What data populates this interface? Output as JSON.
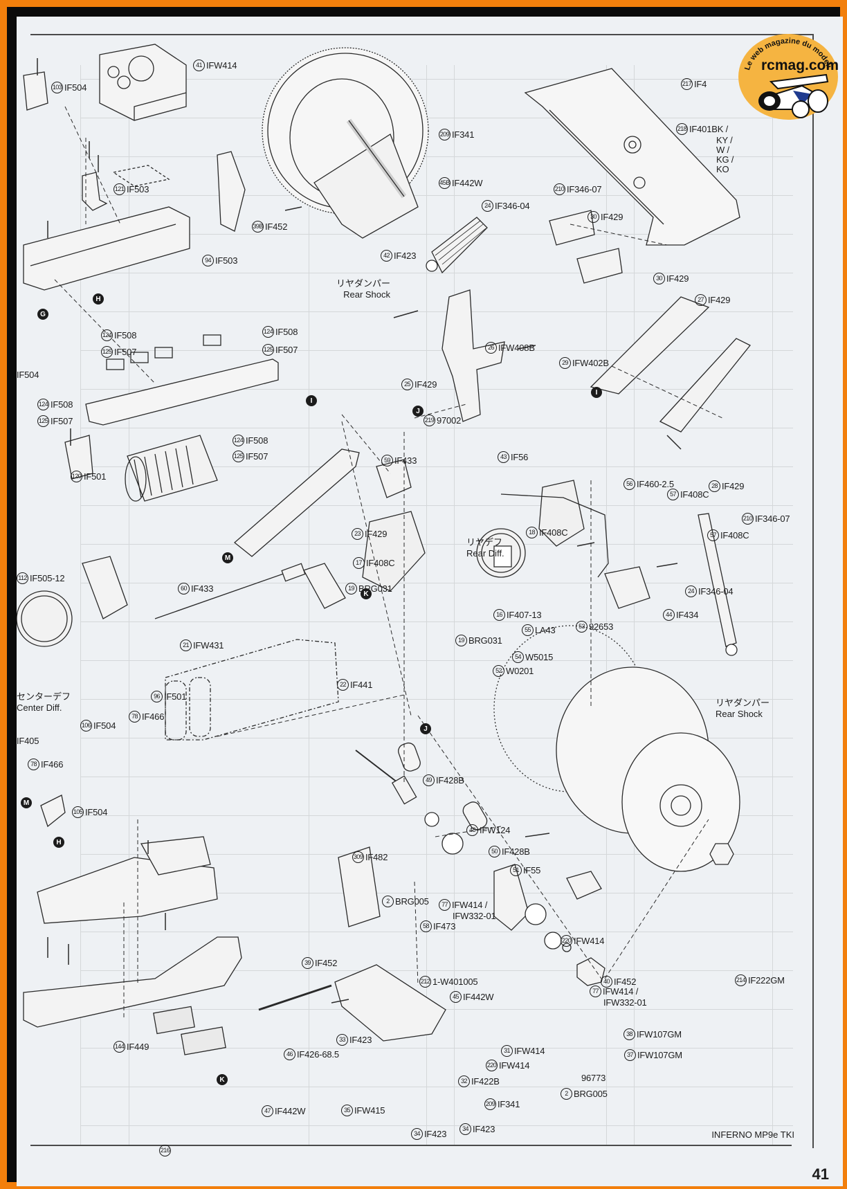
{
  "page": {
    "number": "41",
    "model": "INFERNO MP9e TKI",
    "watermark": {
      "site": "rcmag.com",
      "tagline": "Le web magazine du modelisme",
      "colors": {
        "badge": "#f5b441",
        "text": "#111111",
        "car_blue": "#1f3b8f"
      }
    },
    "frame_color": "#f27f0c"
  },
  "markers": [
    "H",
    "G",
    "I",
    "J",
    "M",
    "K",
    "J",
    "I",
    "H",
    "M",
    "K"
  ],
  "callouts": [
    {
      "num": "41",
      "code": "IFW414"
    },
    {
      "num": "103",
      "code": "IF504"
    },
    {
      "num": "121",
      "code": "IF503"
    },
    {
      "num": "39B",
      "code": "IF452"
    },
    {
      "num": "94",
      "code": "IF503"
    },
    {
      "num": "42",
      "code": "IF423"
    },
    {
      "num": "209",
      "code": "IF341"
    },
    {
      "num": "45B",
      "code": "IF442W"
    },
    {
      "num": "210",
      "code": "IF346-07"
    },
    {
      "num": "24",
      "code": "IF346-04"
    },
    {
      "num": "30",
      "code": "IF429"
    },
    {
      "num": "30",
      "code": "IF429"
    },
    {
      "num": "217",
      "code": "IF4"
    },
    {
      "num": "27",
      "code": "IF429"
    },
    {
      "num": "124",
      "code": "IF508"
    },
    {
      "num": "124",
      "code": "IF508"
    },
    {
      "num": "125",
      "code": "IF507"
    },
    {
      "num": "125",
      "code": "IF507"
    },
    {
      "num": "124",
      "code": "IF508"
    },
    {
      "num": "125",
      "code": "IF507"
    },
    {
      "num": "124",
      "code": "IF508"
    },
    {
      "num": "125",
      "code": "IF507"
    },
    {
      "num": "26",
      "code": "IFW408B"
    },
    {
      "num": "29",
      "code": "IFW402B"
    },
    {
      "num": "25",
      "code": "IF429"
    },
    {
      "num": "219",
      "code": "97002"
    },
    {
      "num": "59",
      "code": "IF433"
    },
    {
      "num": "43",
      "code": "IF56"
    },
    {
      "num": "28",
      "code": "IF429"
    },
    {
      "num": "120",
      "code": "IF501"
    },
    {
      "num": "56",
      "code": "IF460-2.5"
    },
    {
      "num": "57",
      "code": "IF408C"
    },
    {
      "num": "57",
      "code": "IF408C"
    },
    {
      "num": "210",
      "code": "IF346-07"
    },
    {
      "num": "23",
      "code": "IF429"
    },
    {
      "num": "18",
      "code": "IF408C"
    },
    {
      "num": "17",
      "code": "IF408C"
    },
    {
      "num": "112",
      "code": "IF505-12"
    },
    {
      "num": "60",
      "code": "IF433"
    },
    {
      "num": "19",
      "code": "BRG031"
    },
    {
      "num": "24",
      "code": "IF346-04"
    },
    {
      "num": "16",
      "code": "IF407-13"
    },
    {
      "num": "44",
      "code": "IF434"
    },
    {
      "num": "55",
      "code": "LA43"
    },
    {
      "num": "53",
      "code": "92653"
    },
    {
      "num": "19",
      "code": "BRG031"
    },
    {
      "num": "21",
      "code": "IFW431"
    },
    {
      "num": "54",
      "code": "W5015"
    },
    {
      "num": "52",
      "code": "W0201"
    },
    {
      "num": "22",
      "code": "IF441"
    },
    {
      "num": "96",
      "code": "IF501"
    },
    {
      "num": "78",
      "code": "IF466"
    },
    {
      "num": "106",
      "code": "IF504"
    },
    {
      "num": "",
      "code": "IF405"
    },
    {
      "num": "78",
      "code": "IF466"
    },
    {
      "num": "49",
      "code": "IF428B"
    },
    {
      "num": "105",
      "code": "IF504"
    },
    {
      "num": "48",
      "code": "IFW124"
    },
    {
      "num": "309",
      "code": "IF482"
    },
    {
      "num": "50",
      "code": "IF428B"
    },
    {
      "num": "51",
      "code": "IF55"
    },
    {
      "num": "2",
      "code": "BRG005"
    },
    {
      "num": "58",
      "code": "IF473"
    },
    {
      "num": "220",
      "code": "IFW414"
    },
    {
      "num": "39",
      "code": "IF452"
    },
    {
      "num": "212",
      "code": "1-W401005"
    },
    {
      "num": "40",
      "code": "IF452"
    },
    {
      "num": "214",
      "code": "IF222GM"
    },
    {
      "num": "45",
      "code": "IF442W"
    },
    {
      "num": "33",
      "code": "IF423"
    },
    {
      "num": "31",
      "code": "IFW414"
    },
    {
      "num": "38",
      "code": "IFW107GM"
    },
    {
      "num": "144",
      "code": "IF449"
    },
    {
      "num": "46",
      "code": "IF426-68.5"
    },
    {
      "num": "220",
      "code": "IFW414"
    },
    {
      "num": "32",
      "code": "IF422B"
    },
    {
      "num": "37",
      "code": "IFW107GM"
    },
    {
      "num": "47",
      "code": "IF442W"
    },
    {
      "num": "2",
      "code": "BRG005"
    },
    {
      "num": "35",
      "code": "IFW415"
    },
    {
      "num": "209",
      "code": "IF341"
    },
    {
      "num": "34",
      "code": "IF423"
    },
    {
      "num": "34",
      "code": "IF423"
    },
    {
      "num": "216",
      "code": ""
    },
    {
      "num": "",
      "code": "96773"
    },
    {
      "num": "",
      "code": "IF504"
    }
  ],
  "multi_callouts": [
    {
      "num": "218",
      "lines": [
        "IF401BK /",
        "KY /",
        "W /",
        "KG /",
        "KO"
      ]
    },
    {
      "num": "77",
      "lines": [
        "IFW414 /",
        "IFW332-01"
      ]
    },
    {
      "num": "77",
      "lines": [
        "IFW414 /",
        "IFW332-01"
      ]
    }
  ],
  "assembly_notes": [
    {
      "jp": "リヤダンパー",
      "en": "Rear Shock"
    },
    {
      "jp": "リヤデフ",
      "en": "Rear Diff."
    },
    {
      "jp": "センターデフ",
      "en": "Center Diff."
    },
    {
      "jp": "リヤダンパー",
      "en": "Rear Shock"
    }
  ]
}
